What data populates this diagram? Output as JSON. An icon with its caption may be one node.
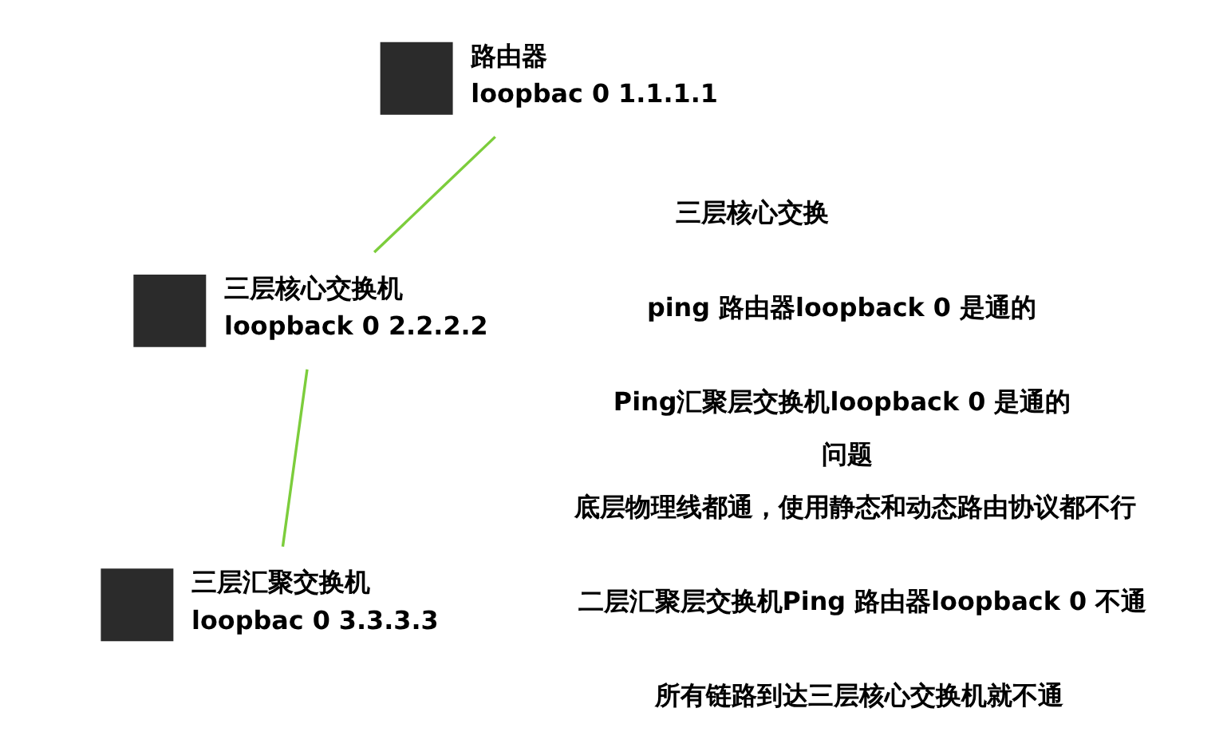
{
  "diagram": {
    "nodes": [
      {
        "text": [
          "路由器",
          "loopbac 0 1.1.1.1"
        ]
      },
      {
        "text": [
          "三层核心交换机",
          "loopback 0 2.2.2.2"
        ]
      },
      {
        "text": [
          "三层汇聚交换机",
          "loopbac 0 3.3.3.3"
        ]
      }
    ],
    "edges": [
      {
        "from": 0,
        "to": 1,
        "arrow": "none",
        "color": "#7ccd3c"
      },
      {
        "from": 1,
        "to": 2,
        "arrow": "none",
        "color": "#7ccd3c"
      }
    ],
    "labels": [
      "三层核心交换",
      "ping 路由器loopback 0 是通的",
      "Ping汇聚层交换机loopback 0 是通的",
      "问题",
      "底层物理线都通，使用静态和动态路由协议都不行",
      "二层汇聚层交换机Ping 路由器loopback 0 不通",
      "所有链路到达三层核心交换机就不通"
    ]
  }
}
